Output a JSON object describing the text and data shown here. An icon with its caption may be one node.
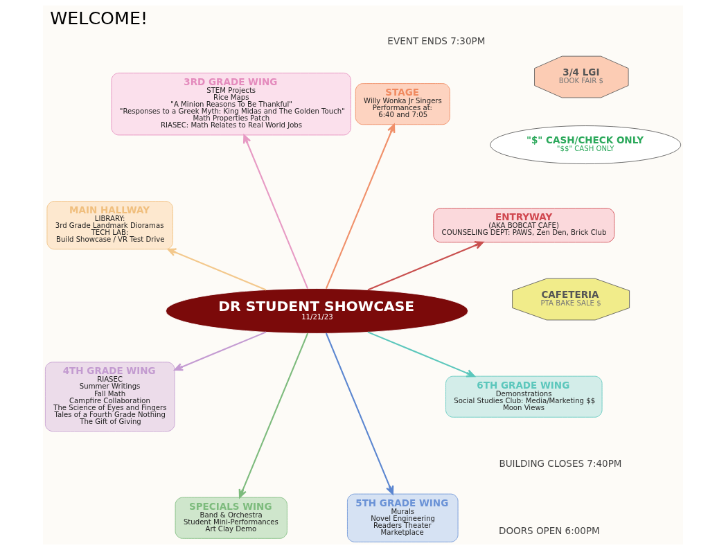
{
  "diagram": {
    "title": "WELCOME!",
    "nodes": [
      {
        "text": [
          "ENTRYWAY",
          "(AKA BOBCAT CAFE)",
          "COUNSELING DEPT: PAWS, Zen Den, Brick Club"
        ]
      },
      {
        "text": [
          "STAGE",
          "Willy Wonka Jr Singers",
          "Performances at:",
          "6:40 and 7:05"
        ]
      },
      {
        "text": [
          "\"$\" CASH/CHECK ONLY",
          "\"$$\" CASH ONLY"
        ]
      },
      {
        "text": [
          "3RD GRADE WING",
          "STEM Projects",
          "Rice Maps",
          "\"A Minion Reasons To Be Thankful\"",
          "\"Responses to a Greek Myth: King Midas and The Golden Touch\"",
          "Math Properties Patch",
          "RIASEC: Math Relates to Real World Jobs"
        ]
      },
      {
        "text": [
          "MAIN HALLWAY",
          "LIBRARY:",
          "3rd Grade Landmark Dioramas",
          "TECH LAB:",
          "Build Showcase / VR Test Drive"
        ]
      },
      {
        "text": [
          "DR STUDENT SHOWCASE",
          "11/21/23"
        ]
      },
      {
        "text": [
          "4TH GRADE WING",
          "RIASEC",
          "Summer Writings",
          "Fall Math",
          "Campfire Collaboration",
          "The Science of Eyes and Fingers",
          "Tales of a Fourth Grade Nothing",
          "The Gift of Giving"
        ]
      },
      {
        "text": [
          "SPECIALS WING",
          "Band & Orchestra",
          "Student Mini-Performances",
          "Art Clay Demo"
        ]
      },
      {
        "text": [
          "5TH GRADE WING",
          "Murals",
          "Novel Engineering",
          "Readers Theater",
          "Marketplace"
        ]
      },
      {
        "text": [
          "6TH GRADE WING",
          "Demonstrations",
          "Social Studies Club: Media/Marketing $$",
          "Moon Views"
        ]
      },
      {
        "text": [
          "3/4 LGI",
          "BOOK FAIR $"
        ]
      },
      {
        "text": [
          "CAFETERIA",
          "PTA BAKE SALE $"
        ]
      }
    ],
    "edges": [
      {
        "from": 5,
        "to": 0,
        "arrow": "to",
        "color": "#c9504f"
      },
      {
        "from": 5,
        "to": 1,
        "arrow": "to",
        "color": "#f0906a"
      },
      {
        "from": 5,
        "to": 4,
        "arrow": "to",
        "color": "#f3c88c"
      },
      {
        "from": 5,
        "to": 7,
        "arrow": "to",
        "color": "#7dbb7d"
      },
      {
        "from": 5,
        "to": 9,
        "arrow": "to",
        "color": "#5cc7bc"
      },
      {
        "from": 5,
        "to": 8,
        "arrow": "to",
        "color": "#5b86d0"
      },
      {
        "from": 5,
        "to": 6,
        "arrow": "to",
        "color": "#c49bd2"
      },
      {
        "from": 5,
        "to": 3,
        "arrow": "to",
        "color": "#e79ac4"
      }
    ],
    "labels": [
      "DOORS OPEN 6:00PM",
      "EVENT ENDS 7:30PM",
      "BUILDING CLOSES 7:40PM"
    ]
  }
}
